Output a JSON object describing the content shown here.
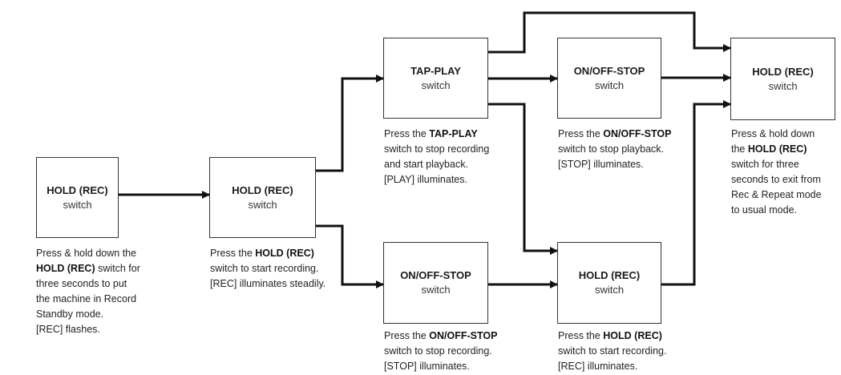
{
  "colors": {
    "line": "#111111",
    "box_border": "#333333",
    "text": "#222222"
  },
  "boxes": {
    "b1": {
      "title": "HOLD (REC)",
      "subtitle": "switch"
    },
    "b2": {
      "title": "HOLD (REC)",
      "subtitle": "switch"
    },
    "b3": {
      "title": "TAP-PLAY",
      "subtitle": "switch"
    },
    "b4": {
      "title": "ON/OFF-STOP",
      "subtitle": "switch"
    },
    "b5": {
      "title": "ON/OFF-STOP",
      "subtitle": "switch"
    },
    "b6": {
      "title": "HOLD (REC)",
      "subtitle": "switch"
    },
    "b7": {
      "title": "HOLD (REC)",
      "subtitle": "switch"
    }
  },
  "descriptions": {
    "d1": [
      {
        "text": "Press & hold down the",
        "bold": ""
      },
      {
        "text": " switch for",
        "bold": "HOLD (REC)"
      },
      {
        "text": "three seconds to put",
        "bold": ""
      },
      {
        "text": "the machine in Record",
        "bold": ""
      },
      {
        "text": "Standby mode.",
        "bold": ""
      },
      {
        "text": "[REC] flashes.",
        "bold": ""
      }
    ],
    "d2": [
      {
        "pre": "Press the ",
        "bold": "HOLD (REC)",
        "text": ""
      },
      {
        "text": "switch to start recording.",
        "bold": ""
      },
      {
        "text": "[REC] illuminates steadily.",
        "bold": ""
      }
    ],
    "d3": [
      {
        "pre": "Press the ",
        "bold": "TAP-PLAY",
        "text": ""
      },
      {
        "text": "switch to stop recording",
        "bold": ""
      },
      {
        "text": "and start playback.",
        "bold": ""
      },
      {
        "text": "[PLAY] illuminates.",
        "bold": ""
      }
    ],
    "d4": [
      {
        "pre": "Press the ",
        "bold": "ON/OFF-STOP",
        "text": ""
      },
      {
        "text": "switch to stop playback.",
        "bold": ""
      },
      {
        "text": "[STOP] illuminates.",
        "bold": ""
      }
    ],
    "d5": [
      {
        "pre": "Press the ",
        "bold": "ON/OFF-STOP",
        "text": ""
      },
      {
        "text": "switch to stop recording.",
        "bold": ""
      },
      {
        "text": "[STOP] illuminates.",
        "bold": ""
      }
    ],
    "d6": [
      {
        "pre": "Press the ",
        "bold": "HOLD (REC)",
        "text": ""
      },
      {
        "text": "switch to start recording.",
        "bold": ""
      },
      {
        "text": "[REC] illuminates.",
        "bold": ""
      }
    ],
    "d7": [
      {
        "text": "Press & hold down",
        "bold": ""
      },
      {
        "pre": "the ",
        "bold": "HOLD (REC)",
        "text": ""
      },
      {
        "text": "switch for three",
        "bold": ""
      },
      {
        "text": "seconds to exit from",
        "bold": ""
      },
      {
        "text": "Rec & Repeat mode",
        "bold": ""
      },
      {
        "text": "to usual mode.",
        "bold": ""
      }
    ]
  }
}
